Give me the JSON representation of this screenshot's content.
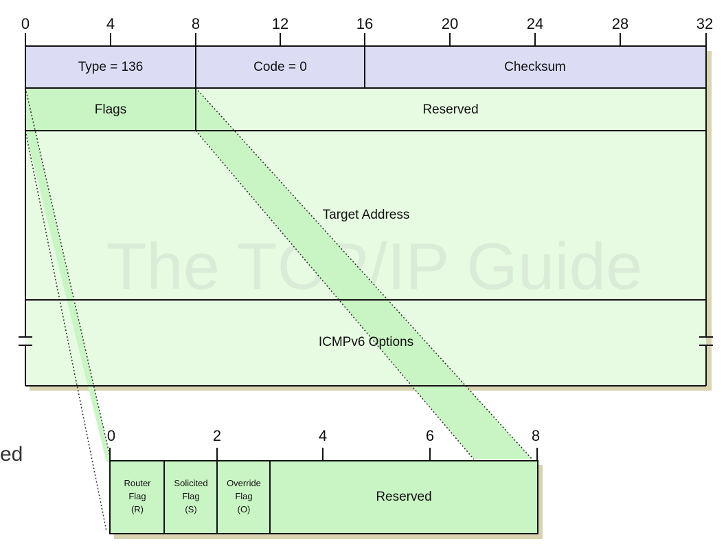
{
  "ruler_top": [
    "0",
    "4",
    "8",
    "12",
    "16",
    "20",
    "24",
    "28",
    "32"
  ],
  "ruler_bottom": [
    "0",
    "2",
    "4",
    "6",
    "8"
  ],
  "header_fields": {
    "type": "Type = 136",
    "code": "Code = 0",
    "checksum": "Checksum"
  },
  "row2_fields": {
    "flags": "Flags",
    "reserved": "Reserved"
  },
  "target_address": "Target Address",
  "options": "ICMPv6 Options",
  "watermark": "The TCP/IP Guide",
  "side_fragment": "ed",
  "flags_detail": {
    "router": [
      "Router",
      "Flag",
      "(R)"
    ],
    "solicited": [
      "Solicited",
      "Flag",
      "(S)"
    ],
    "override": [
      "Override",
      "Flag",
      "(O)"
    ],
    "reserved": "Reserved"
  },
  "colors": {
    "header_fill": "#dcdcf5",
    "body_fill": "#e6fbe1",
    "flags_fill": "#c9f5c4",
    "band_fill": "#c9f5c4",
    "shadow": "#d9d4b0"
  }
}
